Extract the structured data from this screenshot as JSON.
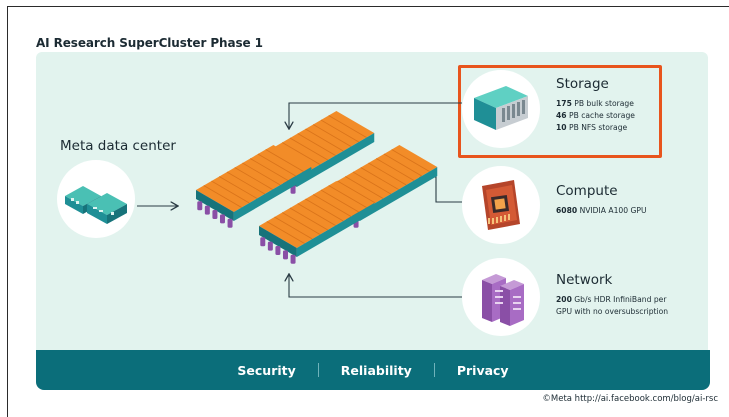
{
  "title": "AI Research SuperCluster Phase 1",
  "source_label": "Meta data center",
  "nodes": {
    "storage": {
      "title": "Storage",
      "specs": [
        {
          "value": "175",
          "text": "PB bulk storage"
        },
        {
          "value": "46",
          "text": "PB cache storage"
        },
        {
          "value": "10",
          "text": "PB NFS storage"
        }
      ]
    },
    "compute": {
      "title": "Compute",
      "specs": [
        {
          "value": "6080",
          "text": "NVIDIA A100 GPU"
        }
      ]
    },
    "network": {
      "title": "Network",
      "specs": [
        {
          "value": "200",
          "text": "Gb/s HDR InfiniBand per"
        },
        {
          "value": "",
          "text": "GPU with no oversubscription"
        }
      ]
    }
  },
  "footer_band": [
    "Security",
    "Reliability",
    "Privacy"
  ],
  "credit": "©Meta  http://ai.facebook.com/blog/ai-rsc",
  "colors": {
    "panel": "#e2f3ee",
    "band": "#0b6e7a",
    "highlight": "#e8541c",
    "rack_orange": "#f28c28",
    "rack_teal": "#1f8f96",
    "rack_purple": "#8a4fa6"
  },
  "icons": {
    "source": "data-center-servers-icon",
    "storage": "storage-array-icon",
    "compute": "gpu-board-icon",
    "network": "network-switch-icon"
  }
}
